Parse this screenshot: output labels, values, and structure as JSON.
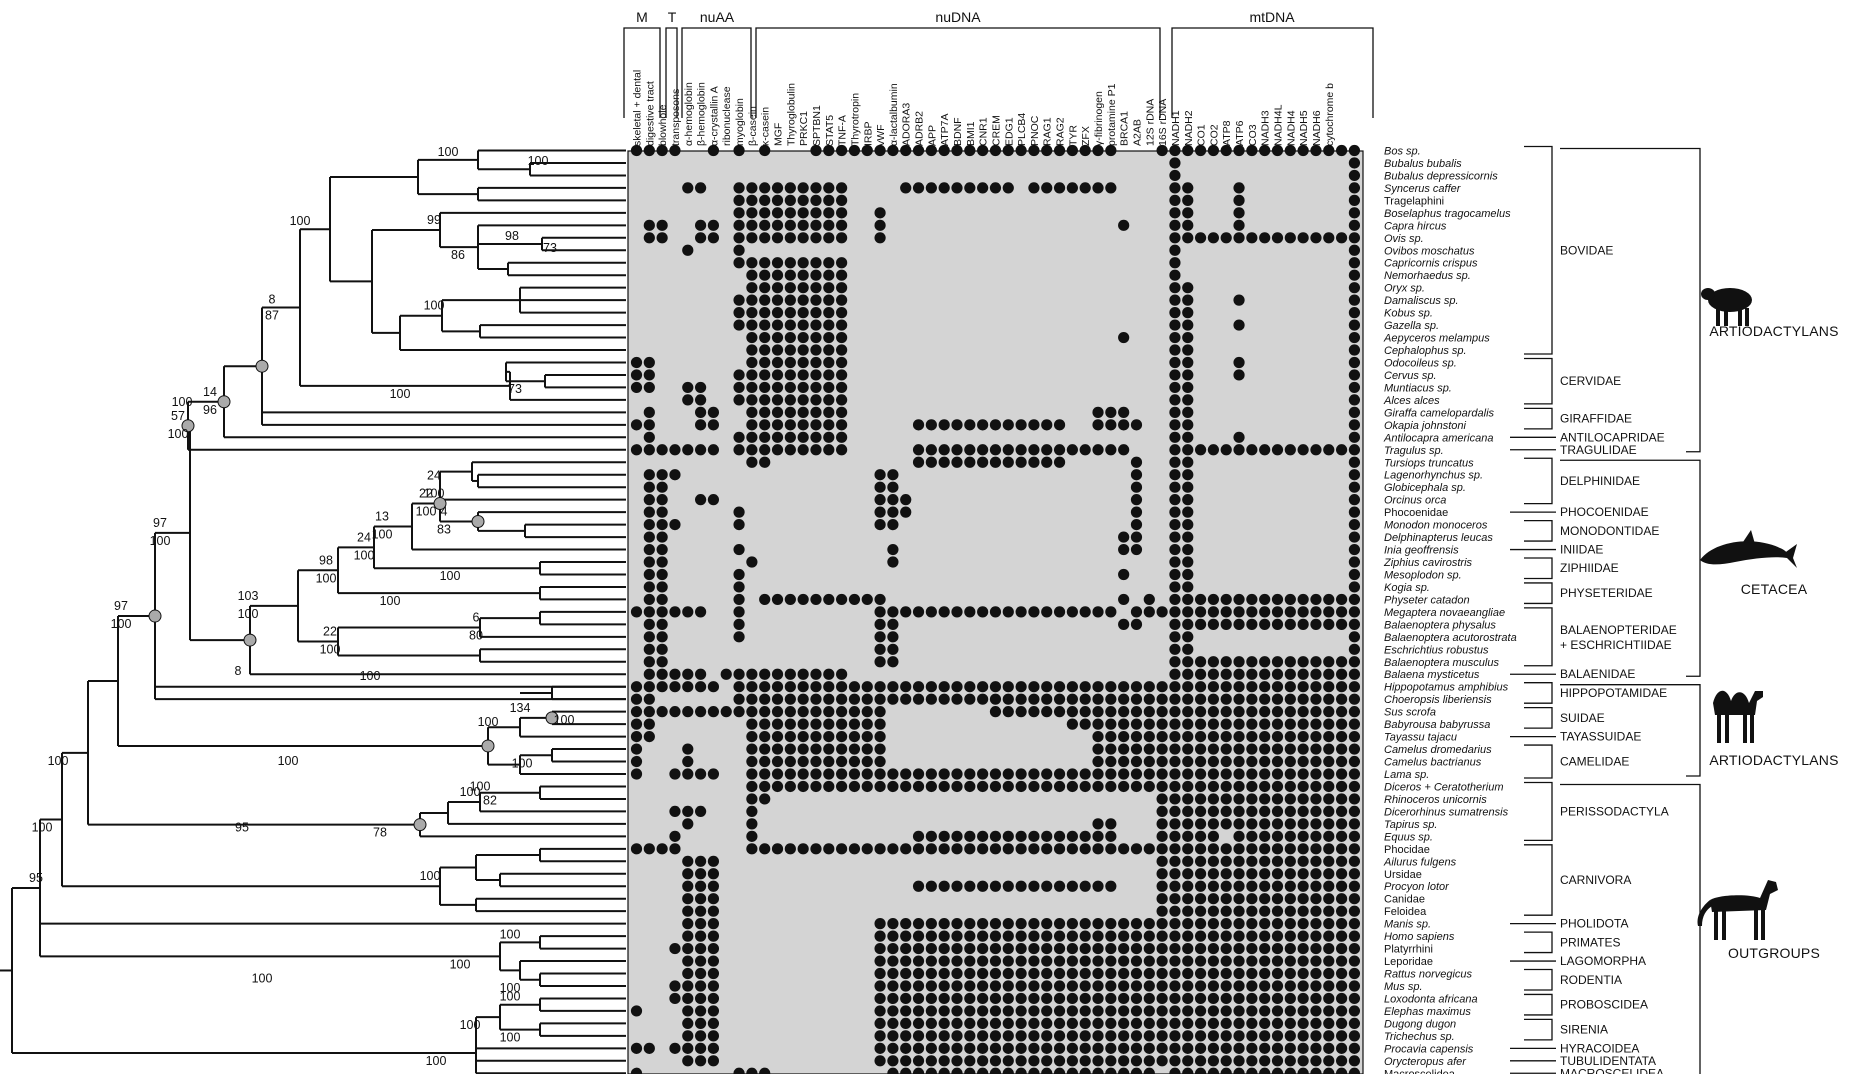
{
  "header_groups": [
    {
      "label": "M",
      "from": 0,
      "to": 2
    },
    {
      "label": "T",
      "from": 3,
      "to": 3
    },
    {
      "label": "nuAA",
      "from": 4,
      "to": 9
    },
    {
      "label": "nuDNA",
      "from": 10,
      "to": 42
    },
    {
      "label": "mtDNA",
      "from": 43,
      "to": 59
    }
  ],
  "columns": [
    "skeletal + dental",
    "digestive tract",
    "blowhole",
    "transposons",
    "α-hemoglobin",
    "β-hemoglobin",
    "α-crystallin A",
    "ribonuclease",
    "myoglobin",
    "β-casein",
    "κ-casein",
    "MGF",
    "Thyroglobulin",
    "PRKC1",
    "SPTBN1",
    "STAT5",
    "TNF-A",
    "Thyrotropin",
    "IRBP",
    "vWF",
    "α-lactalbumin",
    "ADORA3",
    "ADRB2",
    "APP",
    "ATP7A",
    "BDNF",
    "BMI1",
    "CNR1",
    "CREM",
    "EDG1",
    "PLCB4",
    "PNOC",
    "RAG1",
    "RAG2",
    "TYR",
    "ZFX",
    "γ-fibrinogen",
    "protamine P1",
    "BRCA1",
    "A2AB",
    "12S rDNA",
    "16S rDNA",
    "NADH1",
    "NADH2",
    "CO1",
    "CO2",
    "ATP8",
    "ATP6",
    "CO3",
    "NADH3",
    "NADH4L",
    "NADH4",
    "NADH5",
    "NADH6",
    "cytochrome b"
  ],
  "taxa": [
    {
      "name": "Bos sp.",
      "italic": true
    },
    {
      "name": "Bubalus bubalis",
      "italic": true
    },
    {
      "name": "Bubalus depressicornis",
      "italic": true
    },
    {
      "name": "Syncerus caffer",
      "italic": true
    },
    {
      "name": "Tragelaphini",
      "italic": false
    },
    {
      "name": "Boselaphus tragocamelus",
      "italic": true
    },
    {
      "name": "Capra hircus",
      "italic": true
    },
    {
      "name": "Ovis sp.",
      "italic": true
    },
    {
      "name": "Ovibos moschatus",
      "italic": true
    },
    {
      "name": "Capricornis crispus",
      "italic": true
    },
    {
      "name": "Nemorhaedus sp.",
      "italic": true
    },
    {
      "name": "Oryx sp.",
      "italic": true
    },
    {
      "name": "Damaliscus sp.",
      "italic": true
    },
    {
      "name": "Kobus sp.",
      "italic": true
    },
    {
      "name": "Gazella sp.",
      "italic": true
    },
    {
      "name": "Aepyceros melampus",
      "italic": true
    },
    {
      "name": "Cephalophus sp.",
      "italic": true
    },
    {
      "name": "Odocoileus sp.",
      "italic": true
    },
    {
      "name": "Cervus sp.",
      "italic": true
    },
    {
      "name": "Muntiacus sp.",
      "italic": true
    },
    {
      "name": "Alces alces",
      "italic": true
    },
    {
      "name": "Giraffa camelopardalis",
      "italic": true
    },
    {
      "name": "Okapia johnstoni",
      "italic": true
    },
    {
      "name": "Antilocapra americana",
      "italic": true
    },
    {
      "name": "Tragulus sp.",
      "italic": true
    },
    {
      "name": "Tursiops truncatus",
      "italic": true
    },
    {
      "name": "Lagenorhynchus sp.",
      "italic": true
    },
    {
      "name": "Globicephala sp.",
      "italic": true
    },
    {
      "name": "Orcinus orca",
      "italic": true
    },
    {
      "name": "Phocoenidae",
      "italic": false
    },
    {
      "name": "Monodon monoceros",
      "italic": true
    },
    {
      "name": "Delphinapterus leucas",
      "italic": true
    },
    {
      "name": "Inia geoffrensis",
      "italic": true
    },
    {
      "name": "Ziphius cavirostris",
      "italic": true
    },
    {
      "name": "Mesoplodon sp.",
      "italic": true
    },
    {
      "name": "Kogia sp.",
      "italic": true
    },
    {
      "name": "Physeter catadon",
      "italic": true
    },
    {
      "name": "Megaptera novaeangliae",
      "italic": true
    },
    {
      "name": "Balaenoptera physalus",
      "italic": true
    },
    {
      "name": "Balaenoptera acutorostrata",
      "italic": true
    },
    {
      "name": "Eschrichtius robustus",
      "italic": true
    },
    {
      "name": "Balaenoptera musculus",
      "italic": true
    },
    {
      "name": "Balaena mysticetus",
      "italic": true
    },
    {
      "name": "Hippopotamus amphibius",
      "italic": true
    },
    {
      "name": "Choeropsis liberiensis",
      "italic": true
    },
    {
      "name": "Sus scrofa",
      "italic": true
    },
    {
      "name": "Babyrousa babyrussa",
      "italic": true
    },
    {
      "name": "Tayassu tajacu",
      "italic": true
    },
    {
      "name": "Camelus dromedarius",
      "italic": true
    },
    {
      "name": "Camelus bactrianus",
      "italic": true
    },
    {
      "name": "Lama sp.",
      "italic": true
    },
    {
      "name": "Diceros + Ceratotherium",
      "italic": true
    },
    {
      "name": "Rhinoceros unicornis",
      "italic": true
    },
    {
      "name": "Dicerorhinus sumatrensis",
      "italic": true
    },
    {
      "name": "Tapirus sp.",
      "italic": true
    },
    {
      "name": "Equus sp.",
      "italic": true
    },
    {
      "name": "Phocidae",
      "italic": false
    },
    {
      "name": "Ailurus fulgens",
      "italic": true
    },
    {
      "name": "Ursidae",
      "italic": false
    },
    {
      "name": "Procyon lotor",
      "italic": true
    },
    {
      "name": "Canidae",
      "italic": false
    },
    {
      "name": "Feloidea",
      "italic": false
    },
    {
      "name": "Manis sp.",
      "italic": true
    },
    {
      "name": "Homo sapiens",
      "italic": true
    },
    {
      "name": "Platyrrhini",
      "italic": false
    },
    {
      "name": "Leporidae",
      "italic": false
    },
    {
      "name": "Rattus norvegicus",
      "italic": true
    },
    {
      "name": "Mus sp.",
      "italic": true
    },
    {
      "name": "Loxodonta africana",
      "italic": true
    },
    {
      "name": "Elephas maximus",
      "italic": true
    },
    {
      "name": "Dugong dugon",
      "italic": true
    },
    {
      "name": "Trichechus sp.",
      "italic": true
    },
    {
      "name": "Procavia capensis",
      "italic": true
    },
    {
      "name": "Orycteropus afer",
      "italic": true
    },
    {
      "name": "Macroscelidea",
      "italic": false
    }
  ],
  "families": [
    {
      "name": "BOVIDAE",
      "from": 0,
      "to": 16
    },
    {
      "name": "CERVIDAE",
      "from": 17,
      "to": 20
    },
    {
      "name": "GIRAFFIDAE",
      "from": 21,
      "to": 22
    },
    {
      "name": "ANTILOCAPRIDAE",
      "from": 23,
      "to": 23
    },
    {
      "name": "TRAGULIDAE",
      "from": 24,
      "to": 24
    },
    {
      "name": "DELPHINIDAE",
      "from": 25,
      "to": 28
    },
    {
      "name": "PHOCOENIDAE",
      "from": 29,
      "to": 29
    },
    {
      "name": "MONODONTIDAE",
      "from": 30,
      "to": 31
    },
    {
      "name": "INIIDAE",
      "from": 32,
      "to": 32
    },
    {
      "name": "ZIPHIIDAE",
      "from": 33,
      "to": 34
    },
    {
      "name": "PHYSETERIDAE",
      "from": 35,
      "to": 36
    },
    {
      "name": "BALAENOPTERIDAE\n+ ESCHRICHTIIDAE",
      "from": 37,
      "to": 41
    },
    {
      "name": "BALAENIDAE",
      "from": 42,
      "to": 42
    },
    {
      "name": "HIPPOPOTAMIDAE",
      "from": 43,
      "to": 44
    },
    {
      "name": "SUIDAE",
      "from": 45,
      "to": 46
    },
    {
      "name": "TAYASSUIDAE",
      "from": 47,
      "to": 47
    },
    {
      "name": "CAMELIDAE",
      "from": 48,
      "to": 50
    },
    {
      "name": "PERISSODACTYLA",
      "from": 51,
      "to": 55
    },
    {
      "name": "CARNIVORA",
      "from": 56,
      "to": 61
    },
    {
      "name": "PHOLIDOTA",
      "from": 62,
      "to": 62
    },
    {
      "name": "PRIMATES",
      "from": 63,
      "to": 64
    },
    {
      "name": "LAGOMORPHA",
      "from": 65,
      "to": 65
    },
    {
      "name": "RODENTIA",
      "from": 66,
      "to": 67
    },
    {
      "name": "PROBOSCIDEA",
      "from": 68,
      "to": 69
    },
    {
      "name": "SIRENIA",
      "from": 70,
      "to": 71
    },
    {
      "name": "HYRACOIDEA",
      "from": 72,
      "to": 72
    },
    {
      "name": "TUBULIDENTATA",
      "from": 73,
      "to": 73
    },
    {
      "name": "MACROSCELIDEA",
      "from": 74,
      "to": 74
    }
  ],
  "supergroups": [
    {
      "name": "ARTIODACTYLANS",
      "from": 0,
      "to": 24,
      "icon": "sheep-icon"
    },
    {
      "name": "CETACEA",
      "from": 25,
      "to": 42,
      "icon": "dolphin-icon"
    },
    {
      "name": "ARTIODACTYLANS",
      "from": 43,
      "to": 50,
      "icon": "camel-icon"
    },
    {
      "name": "OUTGROUPS",
      "from": 51,
      "to": 74,
      "icon": "horse-icon"
    }
  ],
  "tree_labels": [
    {
      "text": "100"
    },
    {
      "text": "100"
    },
    {
      "text": "98"
    },
    {
      "text": "99"
    },
    {
      "text": "73"
    },
    {
      "text": "86"
    },
    {
      "text": "100"
    },
    {
      "text": "8"
    },
    {
      "text": "87"
    },
    {
      "text": "100"
    },
    {
      "text": "73"
    },
    {
      "text": "100"
    },
    {
      "text": "14"
    },
    {
      "text": "96"
    },
    {
      "text": "100"
    },
    {
      "text": "57"
    },
    {
      "text": "100"
    },
    {
      "text": "97"
    },
    {
      "text": "100"
    },
    {
      "text": "24"
    },
    {
      "text": "100"
    },
    {
      "text": "4"
    },
    {
      "text": "83"
    },
    {
      "text": "22"
    },
    {
      "text": "100"
    },
    {
      "text": "13"
    },
    {
      "text": "100"
    },
    {
      "text": "100"
    },
    {
      "text": "24"
    },
    {
      "text": "100"
    },
    {
      "text": "100"
    },
    {
      "text": "98"
    },
    {
      "text": "100"
    },
    {
      "text": "6"
    },
    {
      "text": "80"
    },
    {
      "text": "22"
    },
    {
      "text": "100"
    },
    {
      "text": "103"
    },
    {
      "text": "100"
    },
    {
      "text": "100"
    },
    {
      "text": "97"
    },
    {
      "text": "100"
    },
    {
      "text": "134"
    },
    {
      "text": "100"
    },
    {
      "text": "100"
    },
    {
      "text": "100"
    },
    {
      "text": "100"
    },
    {
      "text": "8"
    },
    {
      "text": "100"
    },
    {
      "text": "82"
    },
    {
      "text": "78"
    },
    {
      "text": "100"
    },
    {
      "text": "95"
    },
    {
      "text": "100"
    },
    {
      "text": "100"
    },
    {
      "text": "95"
    },
    {
      "text": "100"
    },
    {
      "text": "100"
    },
    {
      "text": "100"
    },
    {
      "text": "100"
    },
    {
      "text": "100"
    },
    {
      "text": "100"
    },
    {
      "text": "100"
    },
    {
      "text": "100"
    },
    {
      "text": "100"
    }
  ],
  "dot_rows": [
    "111100101010001111111111111111111111110001111111111111111",
    "000000000000000000000000000000000000000000100000000000001",
    "000000000000000000000000000000000000000000100000000000001",
    "000011001111111110000111111111011111110000110001000000001",
    "000000001111111110000000000000000000000000110001000000001",
    "000000001111111110010000000000000000000000110001000000001",
    "011001101111111110010000000000000000001000110001000000001",
    "011001101111111110010000000000000000000000111111111111111",
    "000010001000000000000000000000000000000000100000000000001",
    "000000001111111110000000000000000000000000100000000000001",
    "000000000111111110000000000000000000000000100000000000001",
    "000000000111111110000000000000000000000000110000000000001",
    "000000001111111110000000000000000000000000110001000000001",
    "000000001111111110000000000000000000000000110000000000001",
    "000000001111111110000000000000000000000000110001000000001",
    "000000000111111110000000000000000000001000110000000000001",
    "000000000111111110000000000000000000000000110000000000001",
    "110000000111111110000000000000000000000000110001000000001",
    "110000001111111110000000000000000000000000110001000000001",
    "110011001111111110000000000000000000000000110000000000001",
    "000011001111111110000000000000000000000000110000000000001",
    "010001100111111110000000000000000000111000110000000000001",
    "110001100111111110000011111111111100111100110000000000001",
    "010000001111111110000000000000000000000000110001000000001",
    "111111101111111110000011111111111111111000111111111111111",
    "000000000110000000000011111111111100000100110000000000001",
    "011100000000000000011000000000000000000100110000000000001",
    "011000000000000000011000000000000000000100110000000000001",
    "011001100000000000011100000000000000000100110000000000001",
    "011000001000000000011100000000000000000100110000000000001",
    "011100001000000000011000000000000000000100110000000000001",
    "011000000000000000000000000000000000001100110000000000001",
    "011000001000000000001000000000000000001100110000000000001",
    "011000000100000000001000000000000000000000110000000000001",
    "011000001000000000000000000000000000001000110000000000001",
    "011000001000000000000000000000000000000000110000000000001",
    "011000001011111111110000000000000000001010111111111111111",
    "111111001000000000011111111111111111110111111111111111111",
    "011000001000000000011000000000000000001100111111111111111",
    "011000001000000000011000000000000000000000110000000000001",
    "011000000000000000011000000000000000000000110000000000001",
    "011000000000000000011000000000000000000000111111111111111",
    "011111011111111110000000000000000000000000111111111111111",
    "111111101111111111111111111111111111111111111111111111111",
    "110000001111111111111111111111111111111111111111111111111",
    "111111111111111111110000000011111111111111111111111111111",
    "110000000111111111110000000000000011111111111111111111111",
    "110000000111111111110000000000000000111111111111111111111",
    "100010000111111111110000000000000000111111111111111111111",
    "100010000111111111110000000000000000111111111111111111111",
    "100111100111111111111111111111111111111111111111111111111",
    "000000000111111111111111111111111111111111111111111111111",
    "000000000110000000000000000000000000000001111111111111111",
    "000111000100000000000000000000000000000001111111111111111",
    "000010000100000000000000000000000000110001111111111111111",
    "000100000100000000000011111111111111110001111101111111111",
    "111100000111111111111111111111111111111111111111111111111",
    "000011100000000000000000000000000000000001111111111111111",
    "000011100000000000000000000000000000000001111111111111111",
    "000011100000000000000011111111111111110001111111111111111",
    "000011100000000000000000000000000000000001111111111111111",
    "000011100000000000000000000000000000000001111111111111111",
    "000011100000000000011111111111111111111111111111111111111",
    "000011100000000000011111111111111111111111111111111111111",
    "000111100000000000011111111111111111111111111111111111111",
    "000011100000000000011111111111111111111111111111111111111",
    "000011100000000000011111111111111111111111111111111111111",
    "000111100000000000011111111111111111111111111111111111111",
    "000111100000000000011111111111111111111111111111111111111",
    "100011100000000000011111111111111111111111111111111111111",
    "000011100000000000011111111111111111111111111111111111111",
    "000011100000000000011111111111111111111111111111111111111",
    "110111100000000000011111111111111111111111111111111111111",
    "000011100000000000011111111111111111111111111111111111111",
    "100000001110000000001111111111111111111110111111111111111"
  ]
}
